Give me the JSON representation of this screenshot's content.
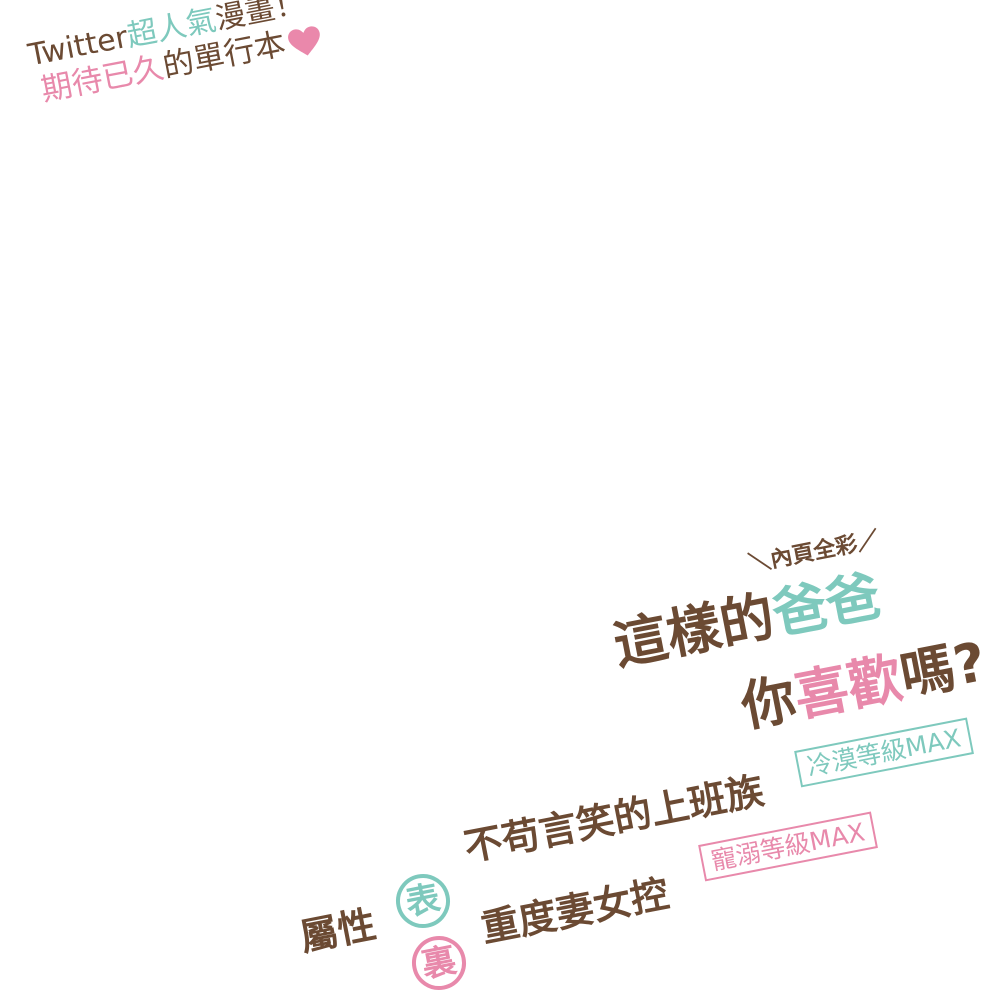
{
  "colors": {
    "brown": "#6b4a33",
    "teal": "#7ec9bd",
    "pink": "#e889ab"
  },
  "tagline": {
    "line1_prefix": "Twitter",
    "line1_highlight": "超人氣",
    "line1_suffix": "漫畫！",
    "line2_highlight": "期待已久",
    "line2_suffix": "的單行本",
    "heart_icon": "heart-icon"
  },
  "badge": {
    "text": "＼內頁全彩／"
  },
  "title": {
    "line1_prefix": "這樣的",
    "line1_highlight": "爸爸",
    "line2_prefix": "你",
    "line2_highlight": "喜歡",
    "line2_suffix": "嗎?"
  },
  "attributes": {
    "label": "屬性",
    "front_mark": "表",
    "front_text": "不苟言笑的上班族",
    "front_level": "冷漠等級MAX",
    "back_mark": "裏",
    "back_text": "重度妻女控",
    "back_level": "寵溺等級MAX"
  }
}
